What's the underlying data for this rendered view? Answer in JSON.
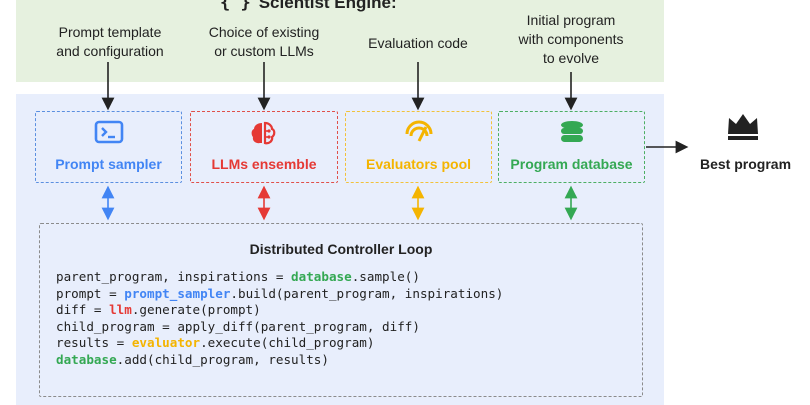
{
  "header": {
    "title": "Scientist Engine:"
  },
  "inputs": [
    {
      "id": "prompt",
      "lines": [
        "Prompt template",
        "and configuration"
      ]
    },
    {
      "id": "llm",
      "lines": [
        "Choice of existing",
        "or custom LLMs"
      ]
    },
    {
      "id": "eval",
      "lines": [
        "Evaluation code"
      ]
    },
    {
      "id": "db",
      "lines": [
        "Initial program",
        "with components",
        "to evolve"
      ]
    }
  ],
  "components": [
    {
      "id": "prompt",
      "label": "Prompt sampler",
      "color": "#4285f4",
      "icon": "terminal-icon"
    },
    {
      "id": "llm",
      "label": "LLMs ensemble",
      "color": "#e53935",
      "icon": "brain-icon"
    },
    {
      "id": "eval",
      "label": "Evaluators pool",
      "color": "#f4b400",
      "icon": "gauge-icon"
    },
    {
      "id": "db",
      "label": "Program database",
      "color": "#34a853",
      "icon": "database-icon"
    }
  ],
  "output": {
    "label": "Best program",
    "icon": "crown-icon"
  },
  "loop": {
    "title": "Distributed Controller Loop",
    "code": [
      [
        {
          "t": "parent_program, inspirations = "
        },
        {
          "t": "database",
          "k": "db"
        },
        {
          "t": ".sample()"
        }
      ],
      [
        {
          "t": "prompt = "
        },
        {
          "t": "prompt_sampler",
          "k": "ps"
        },
        {
          "t": ".build(parent_program, inspirations)"
        }
      ],
      [
        {
          "t": "diff = "
        },
        {
          "t": "llm",
          "k": "llm"
        },
        {
          "t": ".generate(prompt)"
        }
      ],
      [
        {
          "t": "child_program = apply_diff(parent_program, diff)"
        }
      ],
      [
        {
          "t": "results = "
        },
        {
          "t": "evaluator",
          "k": "ev"
        },
        {
          "t": ".execute(child_program)"
        }
      ],
      [
        {
          "t": "database",
          "k": "db"
        },
        {
          "t": ".add(child_program, results)"
        }
      ]
    ]
  },
  "colors": {
    "top_band": "#e6f1df",
    "main_band": "#e8eefc",
    "prompt": "#4285f4",
    "llm": "#e53935",
    "eval": "#f4b400",
    "db": "#34a853"
  }
}
